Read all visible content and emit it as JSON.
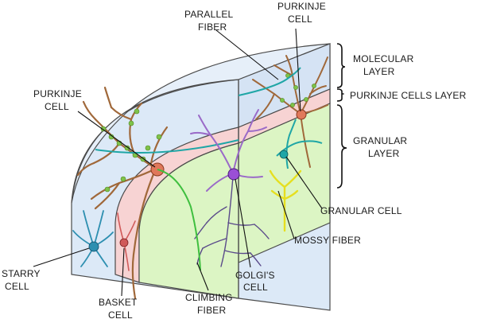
{
  "labels": {
    "parallel_fiber": [
      "PARALLEL",
      "FIBER"
    ],
    "purkinje_cell_top": [
      "PURKINJE",
      "CELL"
    ],
    "purkinje_cell_left": [
      "PURKINJE",
      "CELL"
    ],
    "molecular_layer": [
      "MOLECULAR",
      "LAYER"
    ],
    "purkinje_cells_layer": "PURKINJE CELLS LAYER",
    "granular_layer": [
      "GRANULAR",
      "LAYER"
    ],
    "granular_cell": "GRANULAR CELL",
    "mossy_fiber": "MOSSY FIBER",
    "golgis_cell": [
      "GOLGI'S",
      "CELL"
    ],
    "climbing_fiber": [
      "CLIMBING",
      "FIBER"
    ],
    "basket_cell": [
      "BASKET",
      "CELL"
    ],
    "starry_cell": [
      "STARRY",
      "CELL"
    ]
  },
  "colors": {
    "molecular": "#dce9f7",
    "purkinje_layer": "#f7d3d3",
    "granular": "#dcf5c4",
    "purkinje_dendrite": "#a0683a",
    "purkinje_soma": "#e0785a",
    "spines": "#7fc24a",
    "parallel_fiber": "#1fa6a6",
    "golgi": "#9a6ac8",
    "golgi_soma": "#9a4fd6",
    "climbing_fiber": "#3fbf3f",
    "mossy_fiber": "#e6df1f",
    "starry": "#2d8fb0",
    "basket": "#d05a5a"
  }
}
